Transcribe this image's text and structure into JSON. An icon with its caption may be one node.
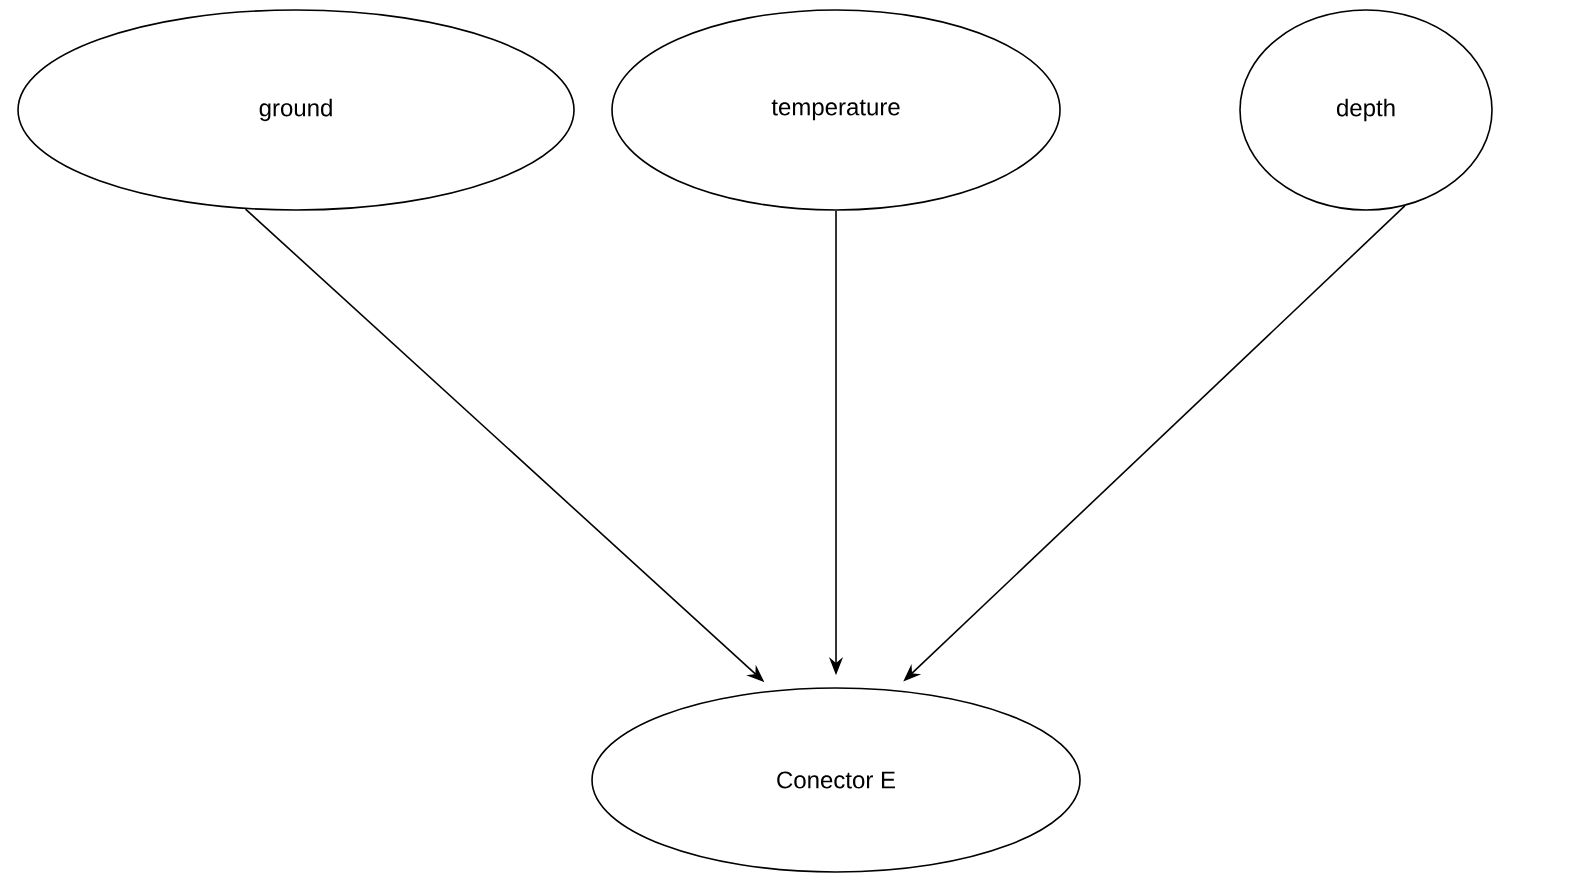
{
  "diagram": {
    "nodes": [
      {
        "text": [
          "ground"
        ]
      },
      {
        "text": [
          "temperature"
        ]
      },
      {
        "text": [
          "depth"
        ]
      },
      {
        "text": [
          "Conector E"
        ]
      }
    ],
    "edges": [
      {
        "from": 0,
        "to": 3,
        "arrow": "to"
      },
      {
        "from": 1,
        "to": 3,
        "arrow": "to"
      },
      {
        "from": 2,
        "to": 3,
        "arrow": "to"
      }
    ]
  }
}
